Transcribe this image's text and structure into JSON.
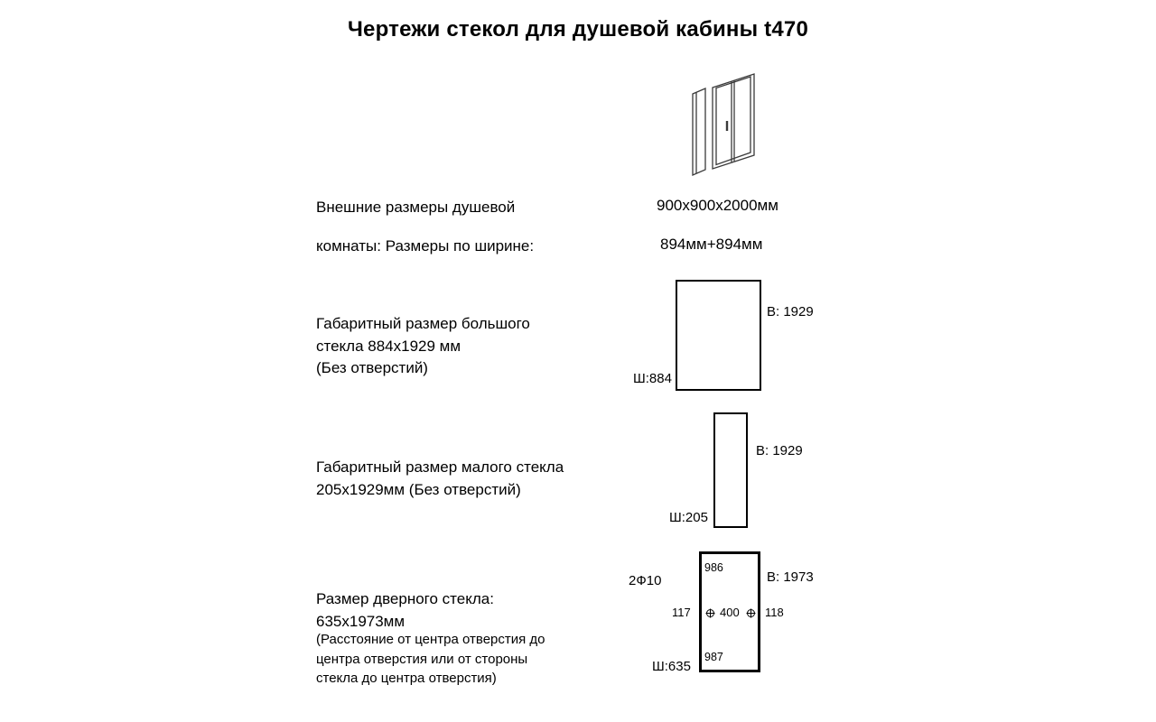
{
  "page": {
    "title": "Чертежи стекол для душевой кабины t470"
  },
  "overall": {
    "label_line1": "Внешние размеры душевой",
    "value1": "900х900х2000мм",
    "label_line2": "комнаты: Размеры по ширине:",
    "value2": "894мм+894мм"
  },
  "large_glass": {
    "label_lines": [
      "Габаритный размер большого",
      "стекла 884х1929 мм",
      "(Без отверстий)"
    ],
    "height_label": "В: 1929",
    "width_label": "Ш:884"
  },
  "small_glass": {
    "label_lines": [
      "Габаритный размер малого стекла",
      "205х1929мм (Без отверстий)"
    ],
    "height_label": "В: 1929",
    "width_label": "Ш:205"
  },
  "door_glass": {
    "label_lines": [
      "Размер дверного стекла:",
      "635х1973мм"
    ],
    "note_lines": [
      "(Расстояние от центра отверстия до",
      "центра отверстия или от стороны",
      "стекла до центра отверстия)"
    ],
    "hole_spec": "2Ф10",
    "top_dim": "986",
    "bottom_dim": "987",
    "height_label": "В: 1973",
    "left_dim": "117",
    "center_dim": "400",
    "right_dim": "118",
    "width_label": "Ш:635"
  }
}
